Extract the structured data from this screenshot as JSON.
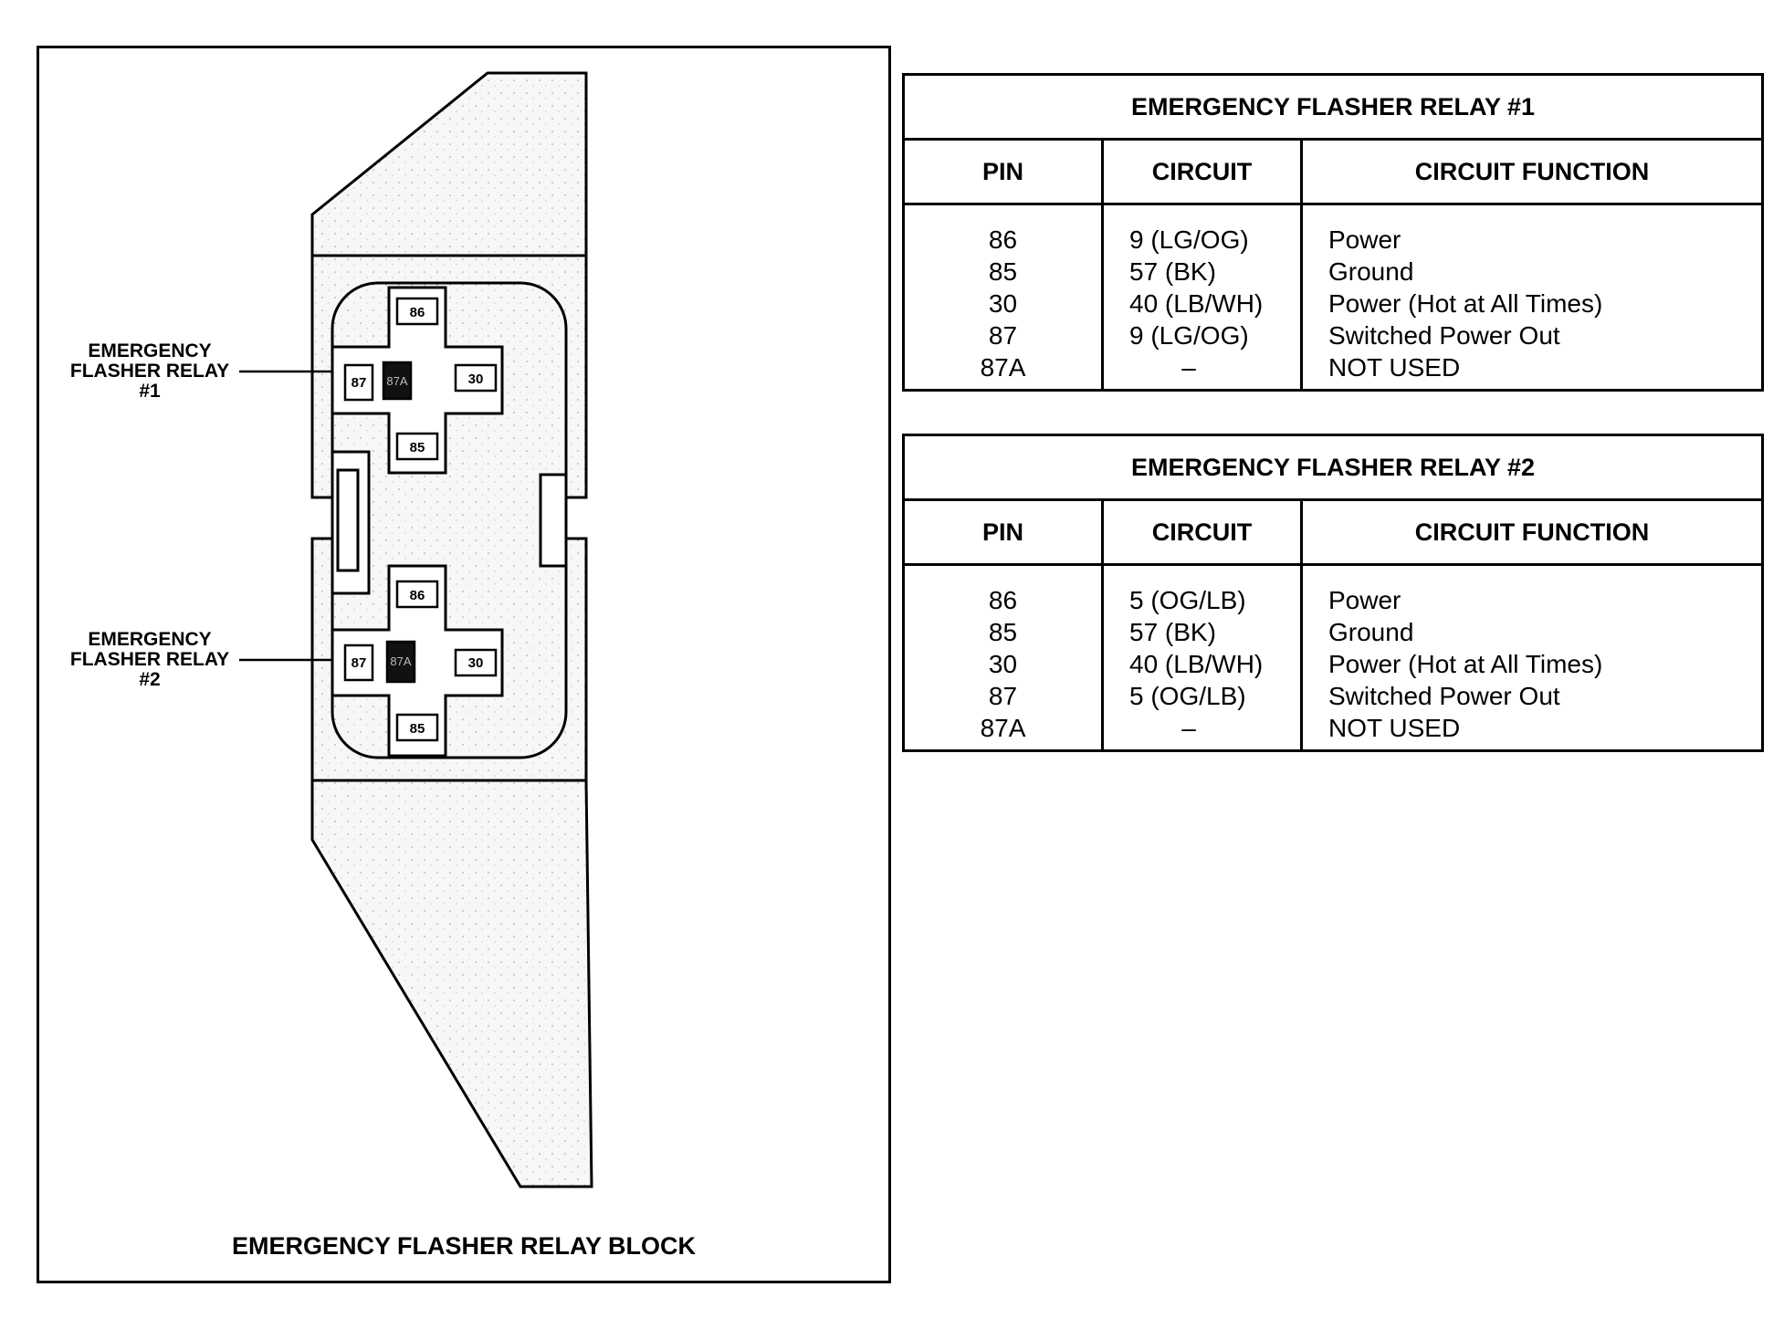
{
  "diagram": {
    "caption": "EMERGENCY FLASHER RELAY BLOCK",
    "callouts": [
      {
        "lines": [
          "EMERGENCY",
          "FLASHER RELAY",
          "#1"
        ]
      },
      {
        "lines": [
          "EMERGENCY",
          "FLASHER RELAY",
          "#2"
        ]
      }
    ],
    "relays": [
      {
        "pins": {
          "p86": "86",
          "p87": "87",
          "p87a": "87A",
          "p30": "30",
          "p85": "85"
        }
      },
      {
        "pins": {
          "p86": "86",
          "p87": "87",
          "p87a": "87A",
          "p30": "30",
          "p85": "85"
        }
      }
    ],
    "colors": {
      "line": "#000000",
      "stipple": "#f4f4f4",
      "pin_87a_fill": "#111111"
    }
  },
  "tables": [
    {
      "title": "EMERGENCY FLASHER RELAY #1",
      "headers": [
        "PIN",
        "CIRCUIT",
        "CIRCUIT FUNCTION"
      ],
      "rows": [
        {
          "pin": "86",
          "circuit": "9 (LG/OG)",
          "function": "Power"
        },
        {
          "pin": "85",
          "circuit": "57 (BK)",
          "function": "Ground"
        },
        {
          "pin": "30",
          "circuit": "40 (LB/WH)",
          "function": "Power (Hot at All Times)"
        },
        {
          "pin": "87",
          "circuit": "9 (LG/OG)",
          "function": "Switched Power Out"
        },
        {
          "pin": "87A",
          "circuit": "–",
          "function": "NOT USED"
        }
      ]
    },
    {
      "title": "EMERGENCY FLASHER RELAY #2",
      "headers": [
        "PIN",
        "CIRCUIT",
        "CIRCUIT FUNCTION"
      ],
      "rows": [
        {
          "pin": "86",
          "circuit": "5 (OG/LB)",
          "function": "Power"
        },
        {
          "pin": "85",
          "circuit": "57 (BK)",
          "function": "Ground"
        },
        {
          "pin": "30",
          "circuit": "40 (LB/WH)",
          "function": "Power (Hot at All Times)"
        },
        {
          "pin": "87",
          "circuit": "5 (OG/LB)",
          "function": "Switched Power Out"
        },
        {
          "pin": "87A",
          "circuit": "–",
          "function": "NOT USED"
        }
      ]
    }
  ]
}
